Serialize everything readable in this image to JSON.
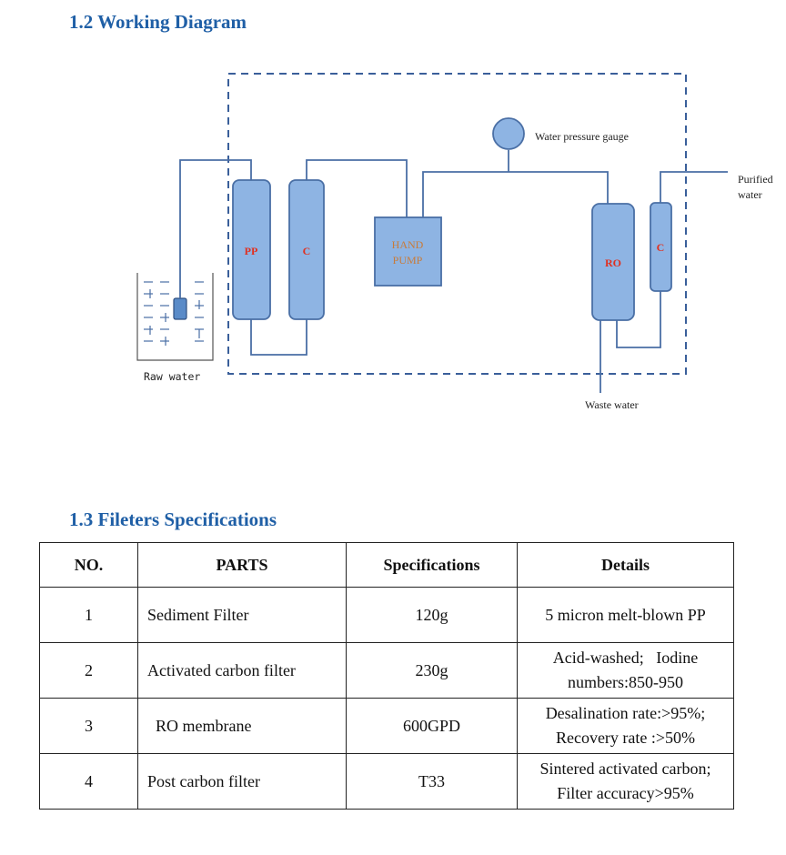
{
  "sections": {
    "diagram_title": "1.2  Working Diagram",
    "specs_title": "1.3  Fileters Specifications"
  },
  "diagram": {
    "raw_water": "Raw water",
    "pp": "PP",
    "c1": "C",
    "pump_line1": "HAND",
    "pump_line2": "PUMP",
    "gauge": "Water pressure gauge",
    "ro": "RO",
    "c2": "C",
    "purified_line1": "Purified",
    "purified_line2": "water",
    "waste": "Waste water",
    "colors": {
      "vessel_fill": "#8eb4e3",
      "vessel_stroke": "#4a6fa5",
      "red_label": "#e03020",
      "pump_label": "#c87b3a",
      "line": "#4a6fa5"
    }
  },
  "table": {
    "headers": [
      "NO.",
      "PARTS",
      "Specifications",
      "Details"
    ],
    "rows": [
      {
        "no": "1",
        "part": "Sediment Filter",
        "spec": "120g",
        "detail_1": "5 micron melt-blown PP",
        "detail_2": ""
      },
      {
        "no": "2",
        "part": "Activated carbon filter",
        "spec": "230g",
        "detail_1": "Acid-washed;   Iodine",
        "detail_2": "numbers:850-950"
      },
      {
        "no": "3",
        "part": "RO membrane",
        "spec": "600GPD",
        "detail_1": "Desalination rate:>95%;",
        "detail_2": "Recovery rate :>50%"
      },
      {
        "no": "4",
        "part": "Post carbon filter",
        "spec": "T33",
        "detail_1": "Sintered activated carbon;",
        "detail_2": "Filter accuracy>95%"
      }
    ]
  }
}
